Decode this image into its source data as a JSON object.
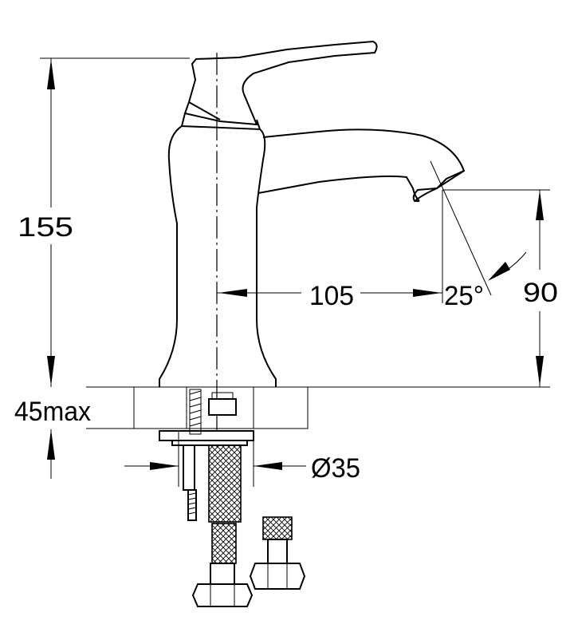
{
  "dimensions": {
    "height_total": "155",
    "spout_reach": "105",
    "spout_height": "90",
    "spout_angle": "25°",
    "max_deck_thickness": "45max",
    "hole_diameter": "Ø35"
  },
  "colors": {
    "line": "#000000",
    "background": "#ffffff"
  }
}
